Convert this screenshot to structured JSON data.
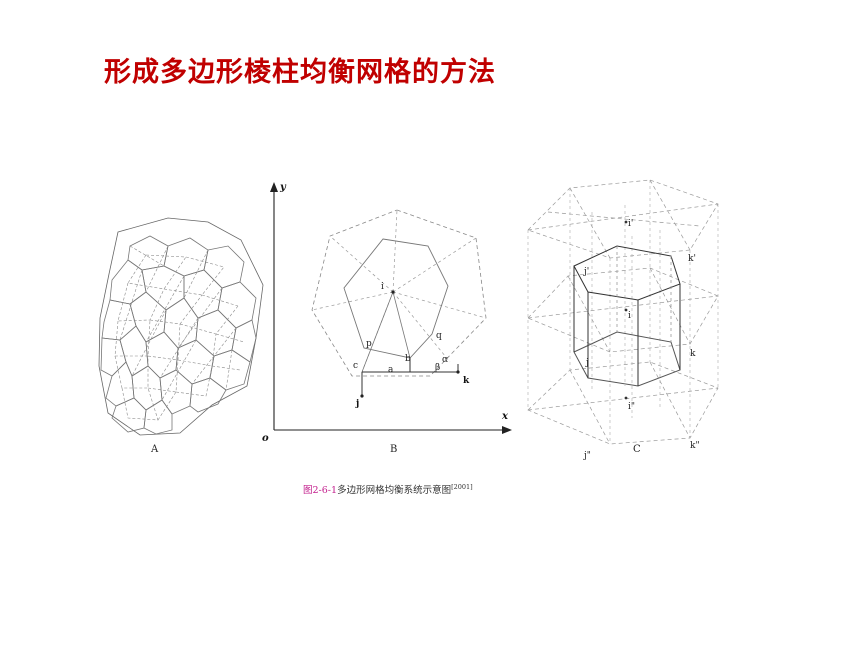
{
  "title": "形成多边形棱柱均衡网格的方法",
  "colors": {
    "title": "#c00000",
    "figure_number": "#c21b8b",
    "line": "#555555"
  },
  "caption": {
    "figure_number": "图2-6-1",
    "text": "多边形网格均衡系统示意图",
    "citation": "[2001]"
  },
  "panel_a": {
    "label": "A"
  },
  "panel_b": {
    "label": "B",
    "axis_y": "y",
    "axis_x": "x",
    "origin": "o",
    "points": {
      "i": "i",
      "j": "j",
      "k": "k",
      "p": "p",
      "q": "q",
      "a": "a",
      "b": "b",
      "c": "c",
      "alpha": "α",
      "beta": "β"
    }
  },
  "panel_c": {
    "label": "C",
    "points": {
      "i_top": "i'",
      "j_top": "j'",
      "k_top": "k'",
      "i_mid": "i",
      "j_mid": "j",
      "k_mid": "k",
      "i_bot": "i\"",
      "j_bot": "j\"",
      "k_bot": "k\""
    }
  }
}
